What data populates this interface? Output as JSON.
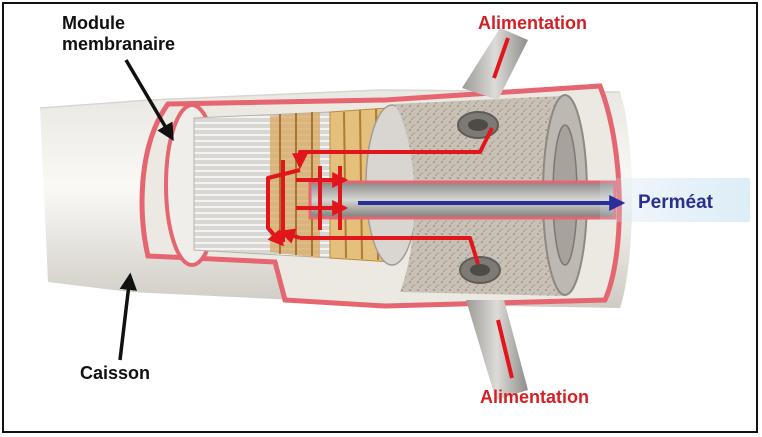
{
  "labels": {
    "module_line1": "Module",
    "module_line2": "membranaire",
    "caisson": "Caisson",
    "alimentation_top": "Alimentation",
    "alimentation_bottom": "Alimentation",
    "permeat": "Perméat"
  },
  "colors": {
    "feed_arrow": "#e0161c",
    "permeate_arrow": "#2a2e9a",
    "callout_arrow": "#111111",
    "housing_outline": "#e56570"
  }
}
